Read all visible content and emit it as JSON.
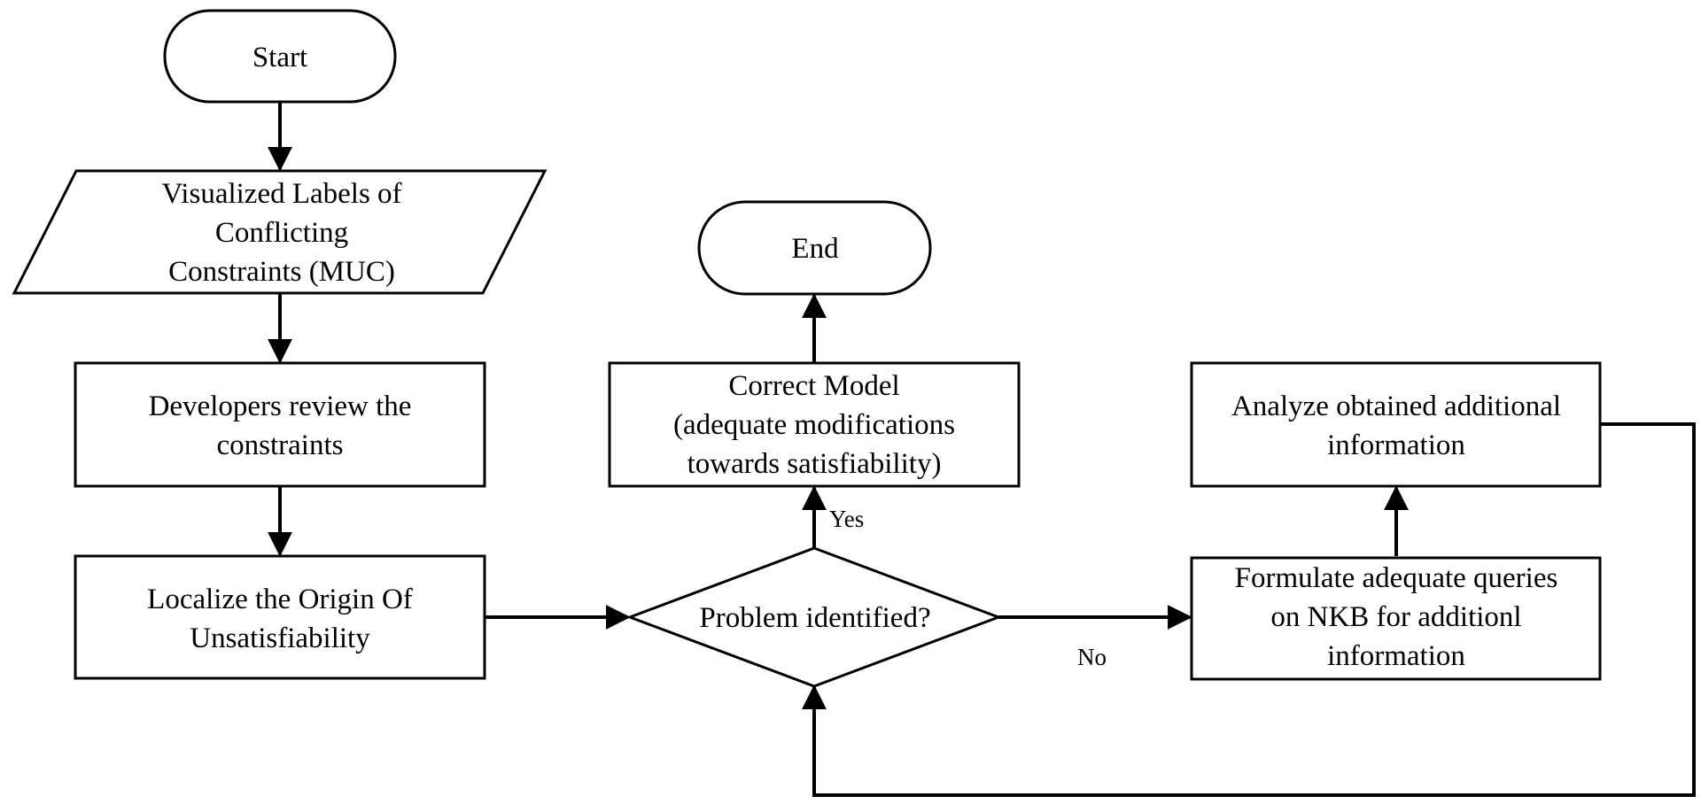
{
  "nodes": {
    "start": {
      "lines": [
        "Start"
      ]
    },
    "visualized_labels": {
      "lines": [
        "Visualized Labels of",
        "Conflicting",
        "Constraints (MUC)"
      ]
    },
    "review_constraints": {
      "lines": [
        "Developers review the",
        "constraints"
      ]
    },
    "localize_origin": {
      "lines": [
        "Localize the Origin Of",
        "Unsatisfiability"
      ]
    },
    "problem_identified": {
      "lines": [
        "Problem identified?"
      ]
    },
    "correct_model": {
      "lines": [
        "Correct Model",
        "(adequate modifications",
        "towards satisfiability)"
      ]
    },
    "end": {
      "lines": [
        "End"
      ]
    },
    "analyze_info": {
      "lines": [
        "Analyze obtained additional",
        "information"
      ]
    },
    "formulate_queries": {
      "lines": [
        "Formulate adequate queries",
        "on NKB for additionl",
        "information"
      ]
    }
  },
  "edges": {
    "yes_label": "Yes",
    "no_label": "No"
  }
}
